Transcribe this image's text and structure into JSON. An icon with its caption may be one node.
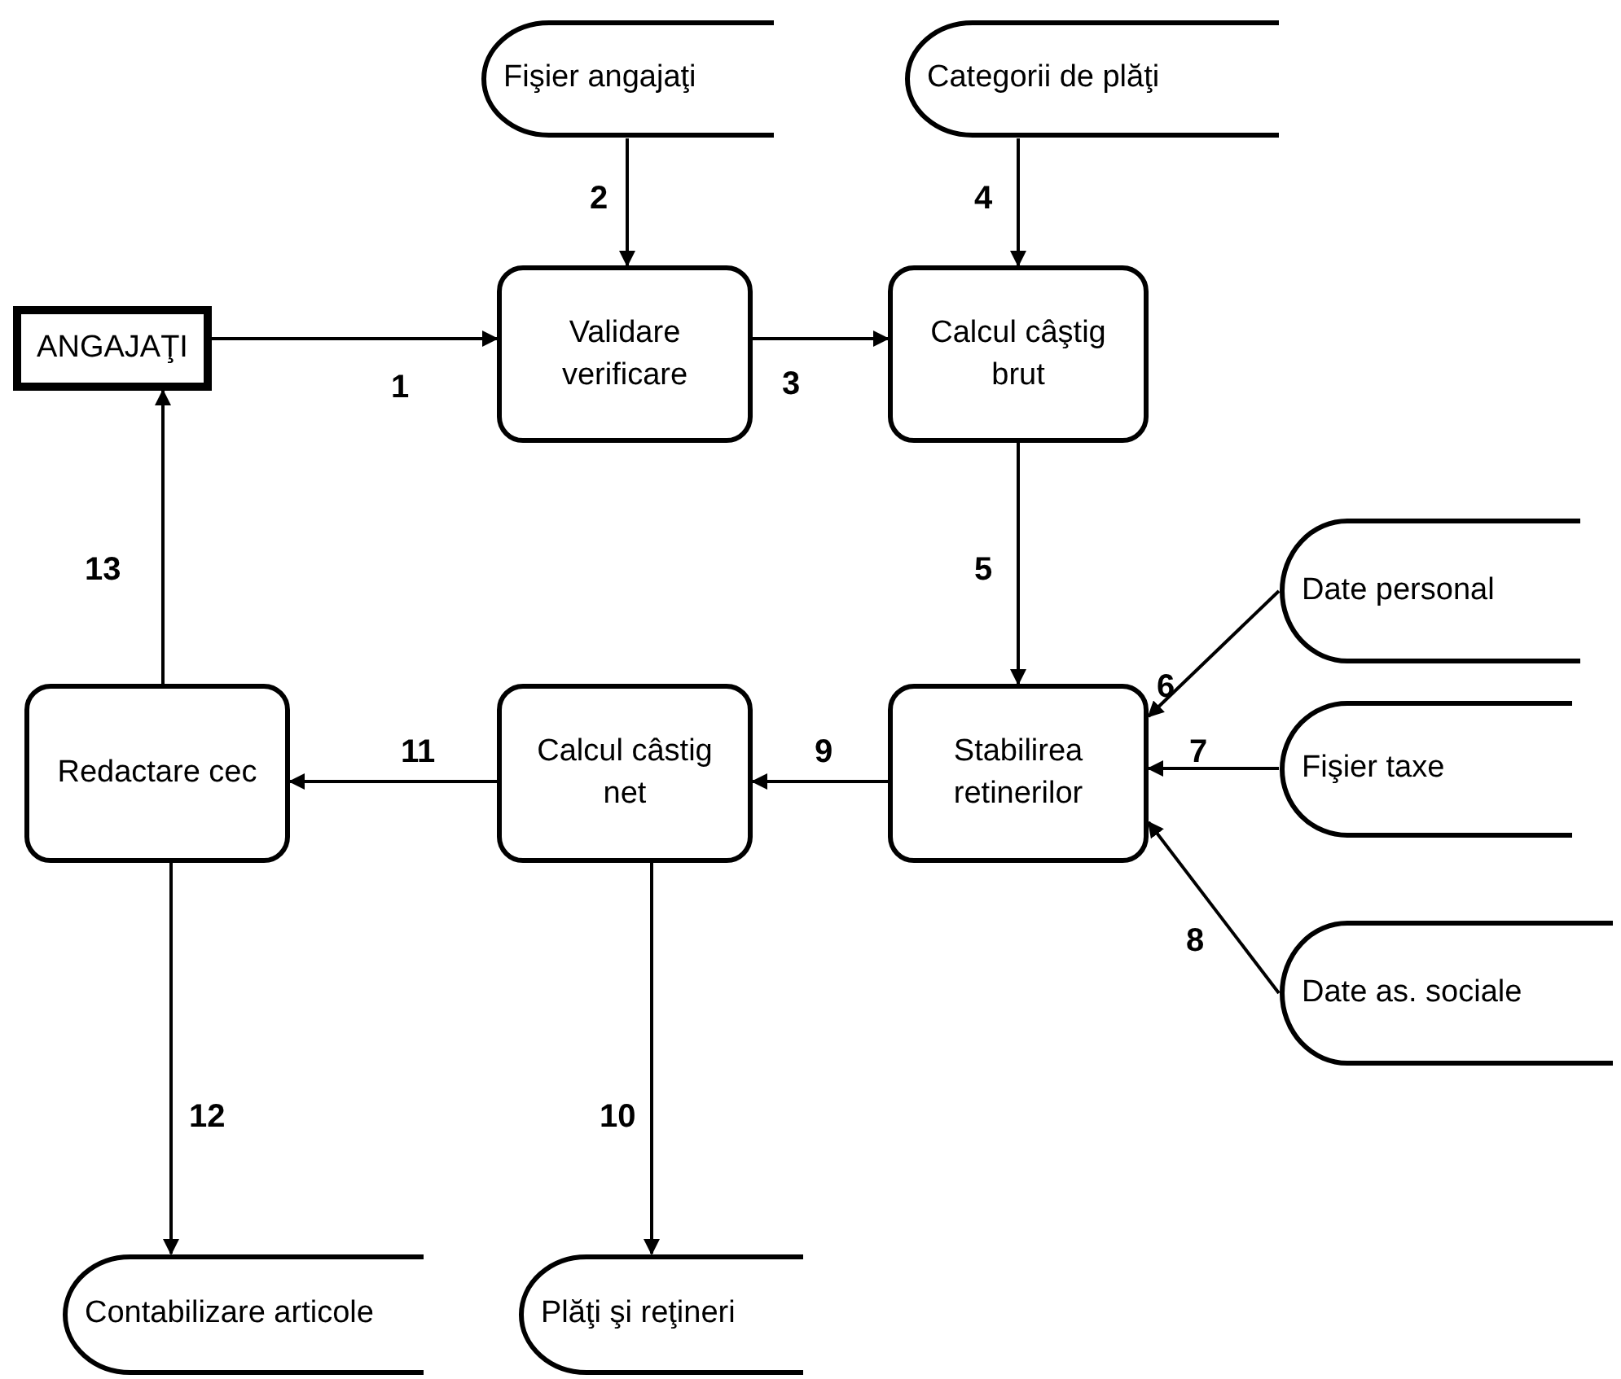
{
  "diagram": {
    "nodes": [
      {
        "text": [
          "ANGAJAŢI"
        ]
      },
      {
        "text": [
          "Validare verificare"
        ]
      },
      {
        "text": [
          "Calcul câştig brut"
        ]
      },
      {
        "text": [
          "Fişier angajaţi"
        ]
      },
      {
        "text": [
          "Categorii de plăţi"
        ]
      },
      {
        "text": [
          "Stabilirea retinerilor"
        ]
      },
      {
        "text": [
          "Calcul câstig net"
        ]
      },
      {
        "text": [
          "Redactare cec"
        ]
      },
      {
        "text": [
          "Date personal"
        ]
      },
      {
        "text": [
          "Fişier taxe"
        ]
      },
      {
        "text": [
          "Date as. sociale"
        ]
      },
      {
        "text": [
          "Contabilizare articole"
        ]
      },
      {
        "text": [
          "Plăţi şi reţineri"
        ]
      }
    ],
    "edges": [
      {
        "from": 0,
        "to": 1,
        "arrow": "to",
        "label": "1"
      },
      {
        "from": 3,
        "to": 1,
        "arrow": "to",
        "label": "2"
      },
      {
        "from": 1,
        "to": 2,
        "arrow": "to",
        "label": "3"
      },
      {
        "from": 4,
        "to": 2,
        "arrow": "to",
        "label": "4"
      },
      {
        "from": 2,
        "to": 5,
        "arrow": "to",
        "label": "5"
      },
      {
        "from": 8,
        "to": 5,
        "arrow": "to",
        "label": "6"
      },
      {
        "from": 9,
        "to": 5,
        "arrow": "to",
        "label": "7"
      },
      {
        "from": 10,
        "to": 5,
        "arrow": "to",
        "label": "8"
      },
      {
        "from": 5,
        "to": 6,
        "arrow": "to",
        "label": "9"
      },
      {
        "from": 6,
        "to": 12,
        "arrow": "to",
        "label": "10"
      },
      {
        "from": 6,
        "to": 7,
        "arrow": "to",
        "label": "11"
      },
      {
        "from": 7,
        "to": 11,
        "arrow": "to",
        "label": "12"
      },
      {
        "from": 7,
        "to": 0,
        "arrow": "to",
        "label": "13"
      }
    ]
  }
}
